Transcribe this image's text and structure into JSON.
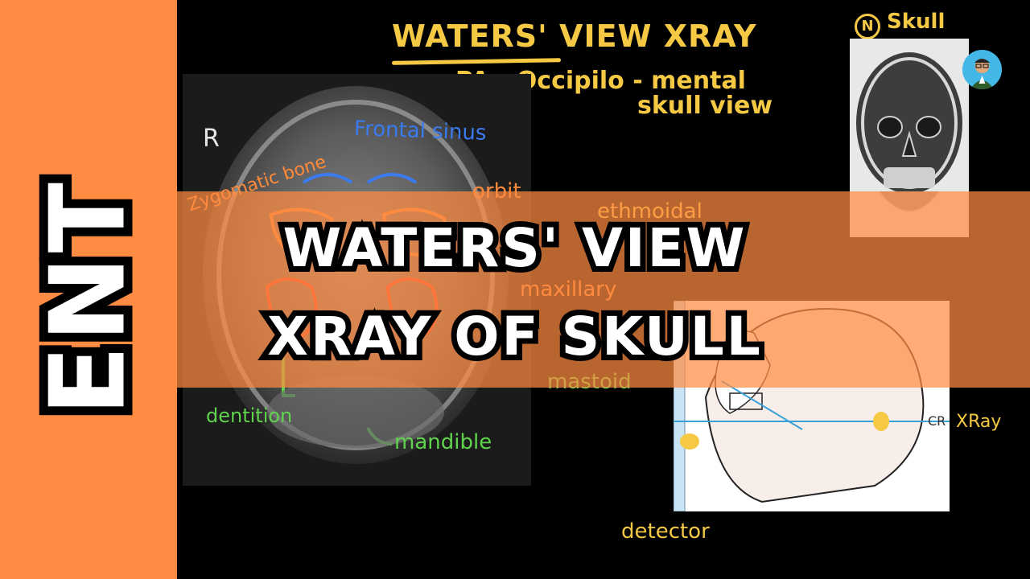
{
  "side_label": "ENT",
  "header": {
    "title": "WATERS' VIEW XRAY",
    "subtitle_line1": "PA - Occipilo - mental",
    "subtitle_line2": "skull view"
  },
  "xray_left": {
    "orientation_marker": "R"
  },
  "annotations": {
    "frontal_sinus": "Frontal sinus",
    "orbit": "orbit",
    "zygomatic_bone": "Zygomatic bone",
    "ethmoidal": "ethmoidal",
    "maxillary": "maxillary",
    "mastoid": "mastoid",
    "dentition": "dentition",
    "mandible": "mandible",
    "detector": "detector",
    "xray": "XRay"
  },
  "skull_reference": {
    "badge": "N",
    "label": "Skull"
  },
  "diagram": {
    "cr_label": "CR"
  },
  "banner": {
    "line1": "WATERS' VIEW",
    "line2": "XRAY OF SKULL"
  },
  "colors": {
    "accent_orange": "#ff8c42",
    "annotation_yellow": "#f6c945",
    "annotation_green": "#5fd44c",
    "annotation_blue": "#3a7bf0",
    "background": "#000000"
  }
}
